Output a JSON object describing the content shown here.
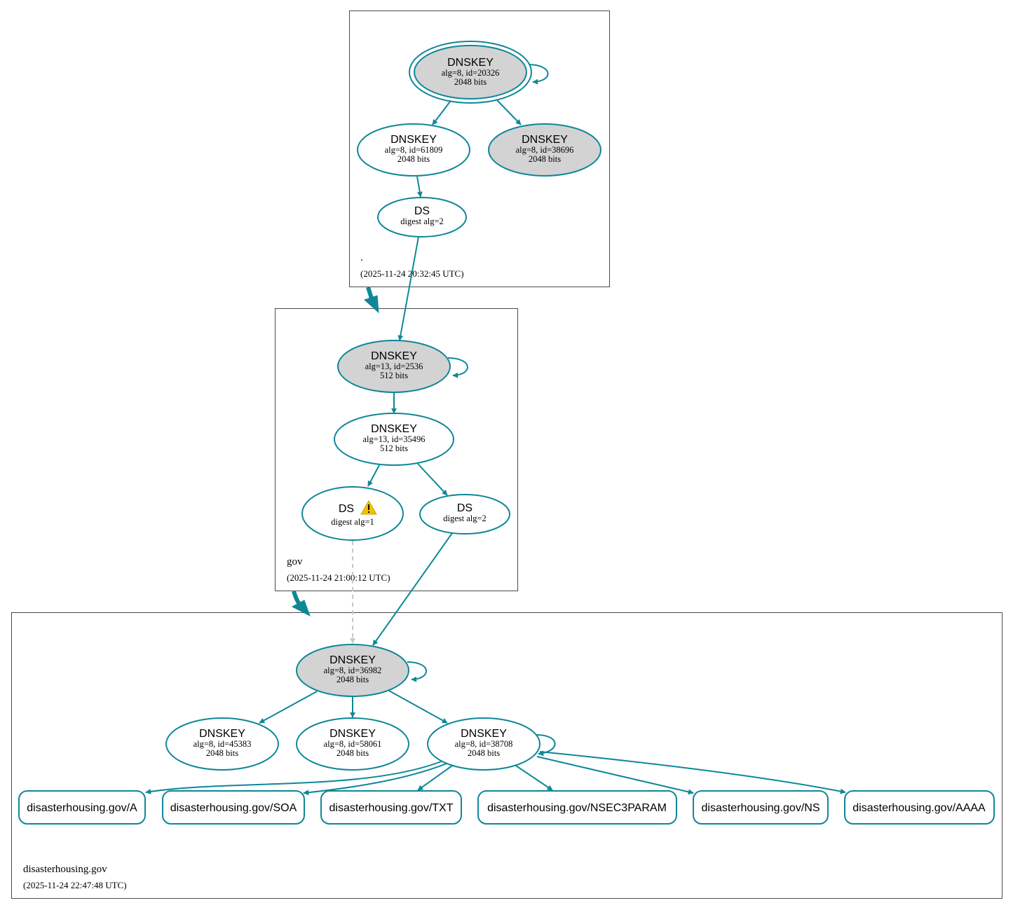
{
  "zones": {
    "root": {
      "name": ".",
      "timestamp": "(2025-11-24 20:32:45 UTC)"
    },
    "gov": {
      "name": "gov",
      "timestamp": "(2025-11-24 21:00:12 UTC)"
    },
    "disasterhousing": {
      "name": "disasterhousing.gov",
      "timestamp": "(2025-11-24 22:47:48 UTC)"
    }
  },
  "nodes": {
    "root_ksk": {
      "type": "DNSKEY",
      "detail": "alg=8, id=20326",
      "size": "2048 bits"
    },
    "root_zsk1": {
      "type": "DNSKEY",
      "detail": "alg=8, id=61809",
      "size": "2048 bits"
    },
    "root_zsk2": {
      "type": "DNSKEY",
      "detail": "alg=8, id=38696",
      "size": "2048 bits"
    },
    "root_ds": {
      "type": "DS",
      "detail": "digest alg=2"
    },
    "gov_ksk": {
      "type": "DNSKEY",
      "detail": "alg=13, id=2536",
      "size": "512 bits"
    },
    "gov_zsk": {
      "type": "DNSKEY",
      "detail": "alg=13, id=35496",
      "size": "512 bits"
    },
    "gov_ds1": {
      "type": "DS",
      "detail": "digest alg=1"
    },
    "gov_ds2": {
      "type": "DS",
      "detail": "digest alg=2"
    },
    "dh_ksk": {
      "type": "DNSKEY",
      "detail": "alg=8, id=36982",
      "size": "2048 bits"
    },
    "dh_zsk1": {
      "type": "DNSKEY",
      "detail": "alg=8, id=45383",
      "size": "2048 bits"
    },
    "dh_zsk2": {
      "type": "DNSKEY",
      "detail": "alg=8, id=58061",
      "size": "2048 bits"
    },
    "dh_zsk3": {
      "type": "DNSKEY",
      "detail": "alg=8, id=38708",
      "size": "2048 bits"
    }
  },
  "rrsets": [
    "disasterhousing.gov/A",
    "disasterhousing.gov/SOA",
    "disasterhousing.gov/TXT",
    "disasterhousing.gov/NSEC3PARAM",
    "disasterhousing.gov/NS",
    "disasterhousing.gov/AAAA"
  ],
  "colors": {
    "edge": "#0f8797",
    "secure_key_fill": "#d3d3d3",
    "insecure_edge": "#c8c8c8",
    "warning": "#f2c200"
  },
  "icons": {
    "warning": "warning-icon"
  }
}
